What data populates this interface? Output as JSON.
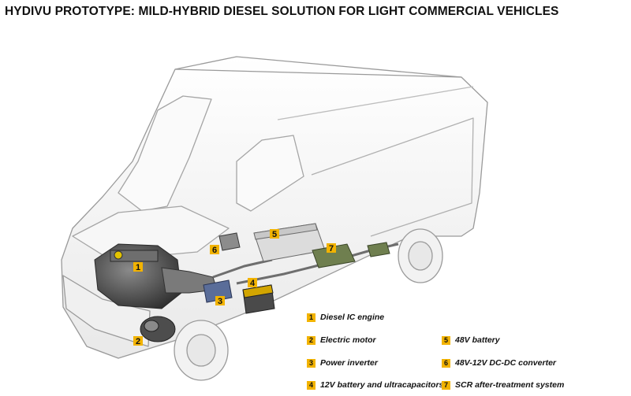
{
  "title": "HYDIVU PROTOTYPE: MILD-HYBRID DIESEL SOLUTION FOR LIGHT COMMERCIAL VEHICLES",
  "colors": {
    "badge": "#f2b300",
    "van_outline": "#9a9a9a",
    "van_fill": "#f4f4f4",
    "engine": "#555555",
    "battery_48v": "#dcdcdc",
    "scr_system": "#6f7f4f"
  },
  "callouts": [
    "1",
    "2",
    "3",
    "4",
    "5",
    "6",
    "7"
  ],
  "legend": [
    {
      "num": "1",
      "label": "Diesel IC engine"
    },
    {
      "num": "2",
      "label": "Electric  motor"
    },
    {
      "num": "3",
      "label": "Power inverter"
    },
    {
      "num": "4",
      "label": "12V battery and ultracapacitors"
    },
    {
      "num": "5",
      "label": "48V battery"
    },
    {
      "num": "6",
      "label": "48V-12V DC-DC converter"
    },
    {
      "num": "7",
      "label": "SCR after-treatment system"
    }
  ]
}
